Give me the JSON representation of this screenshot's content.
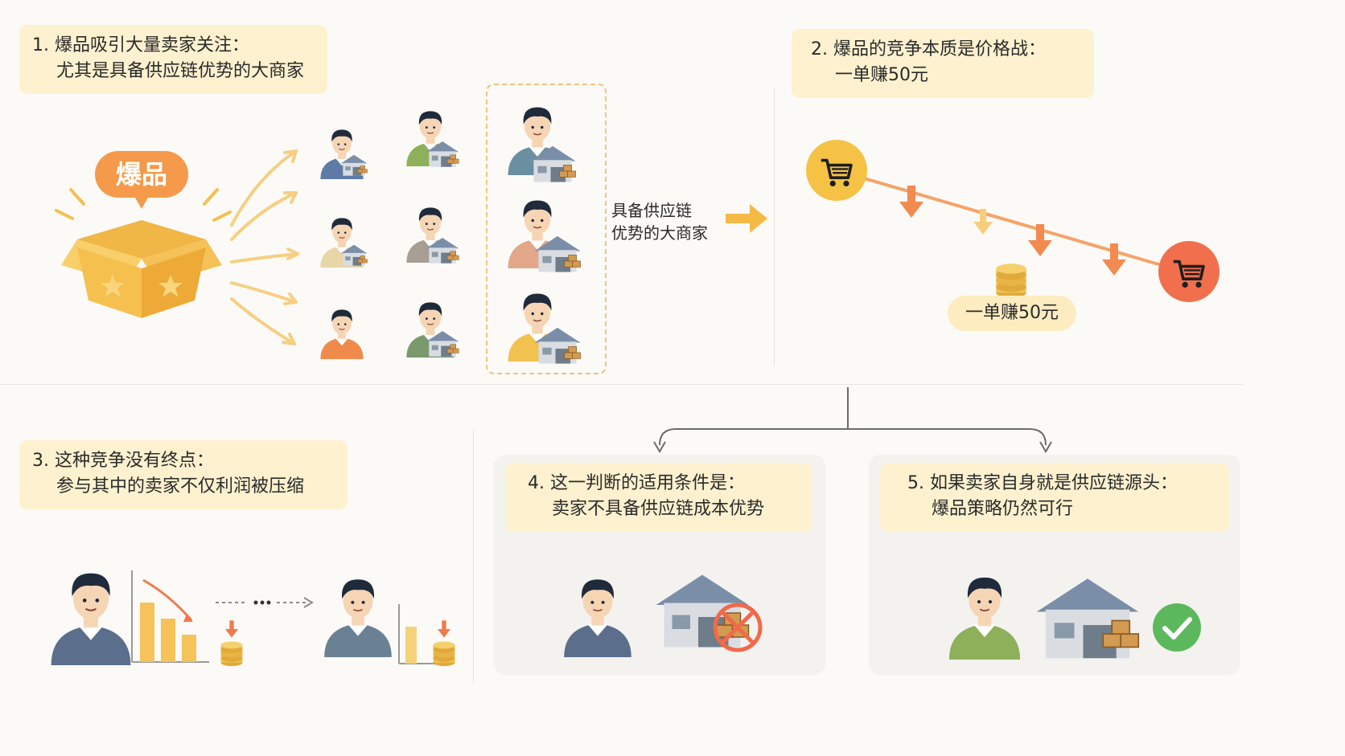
{
  "step1": {
    "line1": "1. 爆品吸引大量卖家关注：",
    "line2": "尤其是具备供应链优势的大商家"
  },
  "step2": {
    "line1": "2. 爆品的竞争本质是价格战：",
    "line2": "一单赚50元"
  },
  "step3": {
    "line1": "3. 这种竞争没有终点：",
    "line2": "参与其中的卖家不仅利润被压缩"
  },
  "step4": {
    "line1": "4. 这一判断的适用条件是：",
    "line2": "卖家不具备供应链成本优势"
  },
  "step5": {
    "line1": "5. 如果卖家自身就是供应链源头：",
    "line2": "爆品策略仍然可行"
  },
  "hot_badge": "爆品",
  "supplier_label": {
    "line1": "具备供应链",
    "line2": "优势的大商家"
  },
  "profit_pill": "一单赚50元",
  "colors": {
    "card": "#fdf1cf",
    "accent_orange": "#f08a4b",
    "accent_yellow": "#f5b945",
    "green_check": "#5cb85c",
    "red_x": "#f06a4a"
  },
  "icons": [
    "gift-box-icon",
    "seller-avatar",
    "warehouse-icon",
    "cart-icon",
    "coin-stack-icon",
    "down-arrow-icon",
    "bar-chart-icon",
    "no-entry-icon",
    "check-icon"
  ]
}
